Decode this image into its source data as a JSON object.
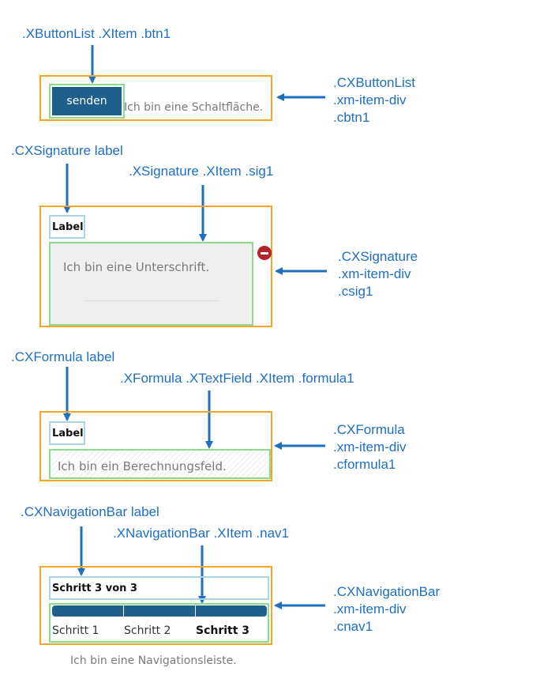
{
  "button_list": {
    "callout_top": ".XButtonList .XItem .btn1",
    "callout_right": [
      ".CXButtonList",
      ".xm-item-div",
      ".cbtn1"
    ],
    "button_label": "senden",
    "caption": "Ich bin eine Schaltfläche."
  },
  "signature": {
    "callout_label": ".CXSignature label",
    "callout_item": ".XSignature .XItem .sig1",
    "callout_right": [
      ".CXSignature",
      ".xm-item-div",
      ".csig1"
    ],
    "label": "Label",
    "placeholder": "Ich bin eine Unterschrift.",
    "remove_icon": "minus-circle-icon"
  },
  "formula": {
    "callout_label": ".CXFormula label",
    "callout_item": ".XFormula .XTextField .XItem .formula1",
    "callout_right": [
      ".CXFormula",
      ".xm-item-div",
      ".cformula1"
    ],
    "label": "Label",
    "placeholder": "Ich bin ein Berechnungsfeld."
  },
  "navigation": {
    "callout_label": ".CXNavigationBar label",
    "callout_item": ".XNavigationBar .XItem .nav1",
    "callout_right": [
      ".CXNavigationBar",
      ".xm-item-div",
      ".cnav1"
    ],
    "label": "Schritt 3 von 3",
    "steps": [
      "Schritt 1",
      "Schritt 2",
      "Schritt 3"
    ],
    "active_step": 2,
    "caption": "Ich bin eine Navigationsleiste."
  },
  "colors": {
    "callout": "#1f6fc0",
    "container_border": "#f5a623",
    "item_border": "#8ed98e",
    "label_border": "#a9d4e6",
    "nav_fill": "#1f5f8b",
    "button_fill": "#1f5f8b",
    "remove_icon": "#b3242b"
  }
}
